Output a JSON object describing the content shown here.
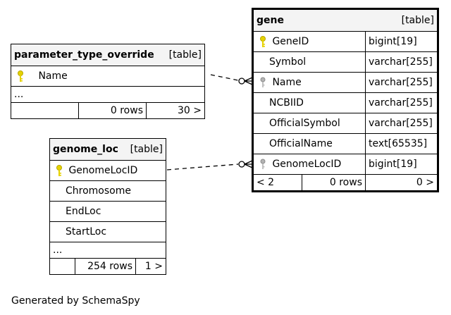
{
  "tables": {
    "parameter_type_override": {
      "name": "parameter_type_override",
      "kind": "[table]",
      "columns": [
        {
          "name": "Name"
        }
      ],
      "ellipsis": "...",
      "rows": "0 rows",
      "children": "30 >"
    },
    "genome_loc": {
      "name": "genome_loc",
      "kind": "[table]",
      "columns": [
        {
          "name": "GenomeLocID"
        },
        {
          "name": "Chromosome"
        },
        {
          "name": "EndLoc"
        },
        {
          "name": "StartLoc"
        }
      ],
      "ellipsis": "...",
      "rows": "254 rows",
      "children": "1 >"
    },
    "gene": {
      "name": "gene",
      "kind": "[table]",
      "columns": [
        {
          "name": "GeneID",
          "type": "bigint[19]"
        },
        {
          "name": "Symbol",
          "type": "varchar[255]"
        },
        {
          "name": "Name",
          "type": "varchar[255]"
        },
        {
          "name": "NCBIID",
          "type": "varchar[255]"
        },
        {
          "name": "OfficialSymbol",
          "type": "varchar[255]"
        },
        {
          "name": "OfficialName",
          "type": "text[65535]"
        },
        {
          "name": "GenomeLocID",
          "type": "bigint[19]"
        }
      ],
      "parents": "< 2",
      "rows": "0 rows",
      "children": "0 >"
    }
  },
  "icons": {
    "primary_key": "key-icon",
    "foreign_key": "fk-key-icon",
    "colors": {
      "primary_key": "#e6d200",
      "foreign_key": "#a9a9a9"
    }
  },
  "footer": "Generated by SchemaSpy"
}
